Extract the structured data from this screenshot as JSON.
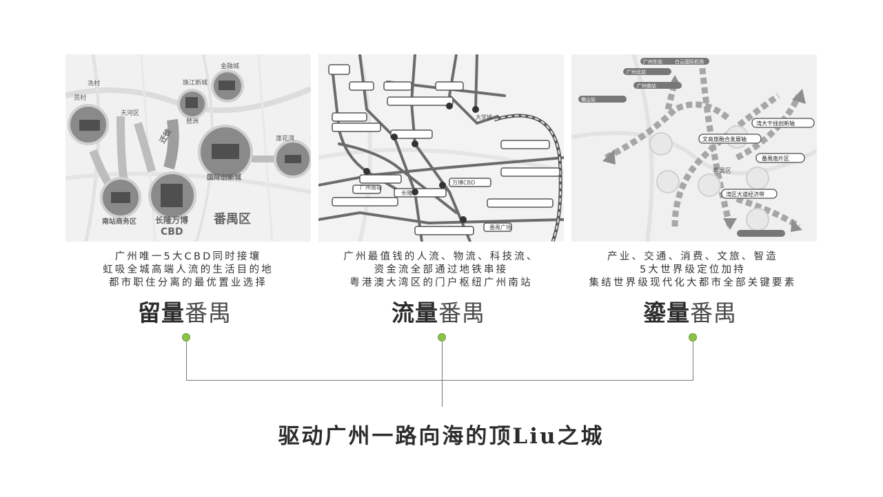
{
  "columns": [
    {
      "lines": [
        "广州唯一5大CBD同时接壤",
        "虹吸全城高端人流的生活目的地",
        "都市职住分离的最优置业选择"
      ],
      "title_bold": "留量",
      "title_light": "番禺",
      "map_labels": [
        "员村",
        "珠江新城",
        "金融城",
        "琶洲",
        "国际创新城",
        "番禺区",
        "南站商务区",
        "长隆万博CBD",
        "迁徙",
        "莲花湾",
        "冼村",
        "天河区"
      ]
    },
    {
      "lines": [
        "广州最值钱的人流、物流、科技流、",
        "资金流全部通过地铁串接",
        "粤港澳大湾区的门户枢纽广州南站"
      ],
      "title_bold": "流量",
      "title_light": "番禺",
      "map_labels": [
        "广州南站",
        "大学城",
        "万博CBD",
        "长隆",
        "番禺广场"
      ]
    },
    {
      "lines": [
        "产业、交通、消费、文旅、智造",
        "5大世界级定位加持",
        "集结世界级现代化大都市全部关键要素"
      ],
      "title_bold": "鎏量",
      "title_light": "番禺",
      "map_labels": [
        "广州东站",
        "白云国际机场",
        "广州北站",
        "广州南站",
        "佛山站",
        "番禺区",
        "湾大干线创新轴",
        "文商旅融合发展轴",
        "番禺南片区",
        "湾区大道经济带"
      ]
    }
  ],
  "bottom_title": "驱动广州一路向海的顶Liu之城",
  "accent_color": "#8bc34a"
}
